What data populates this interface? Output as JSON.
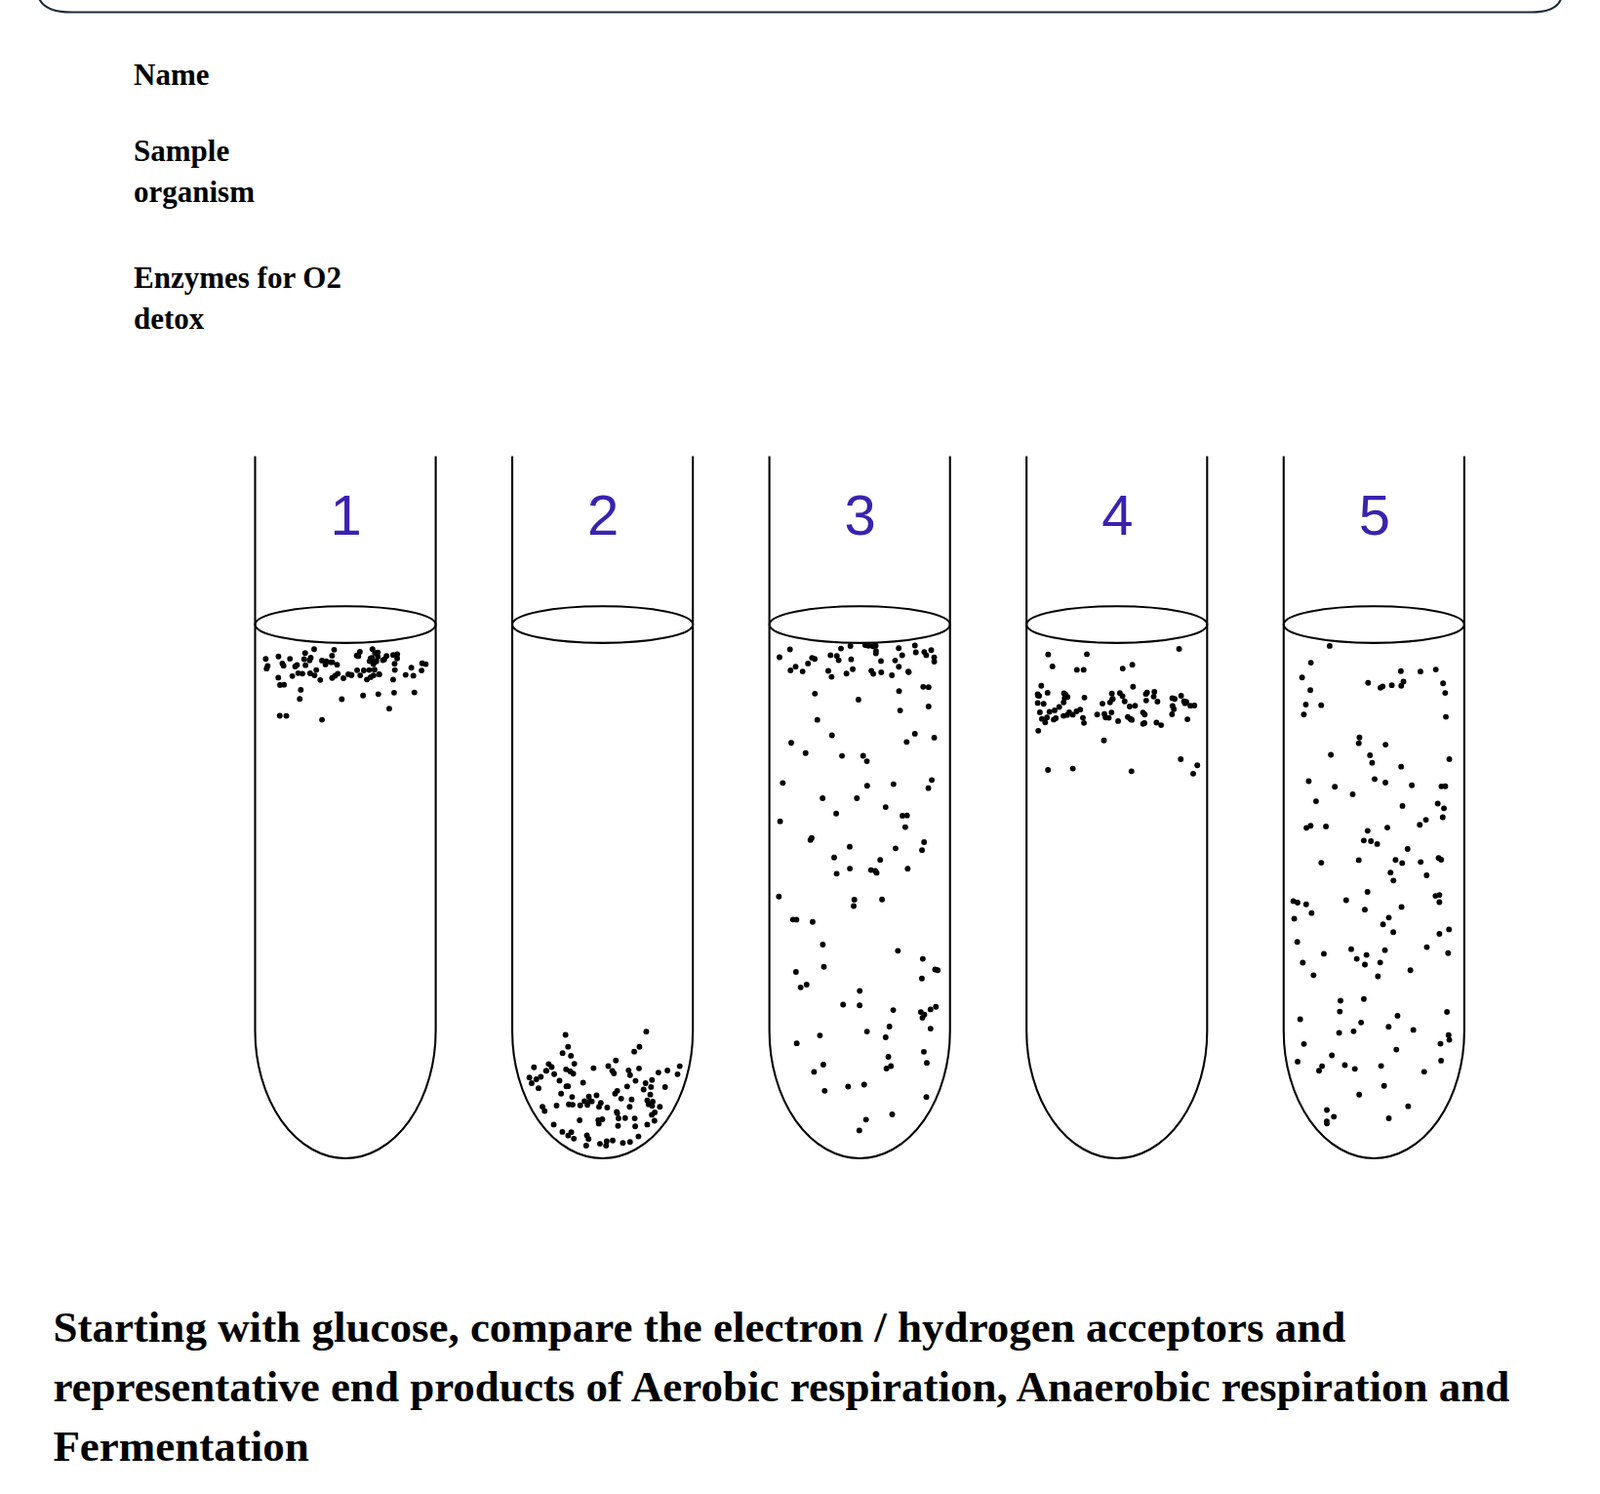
{
  "diagram": {
    "title": "Starting with glucose, compare the electron / hydrogen acceptors and representative end products of Aerobic respiration, Anaerobic respiration and Fermentation",
    "labels": [
      "Name",
      "Sample organism",
      "Enzymes for O2 detox",
      "1",
      "2",
      "3",
      "4",
      "5"
    ]
  }
}
